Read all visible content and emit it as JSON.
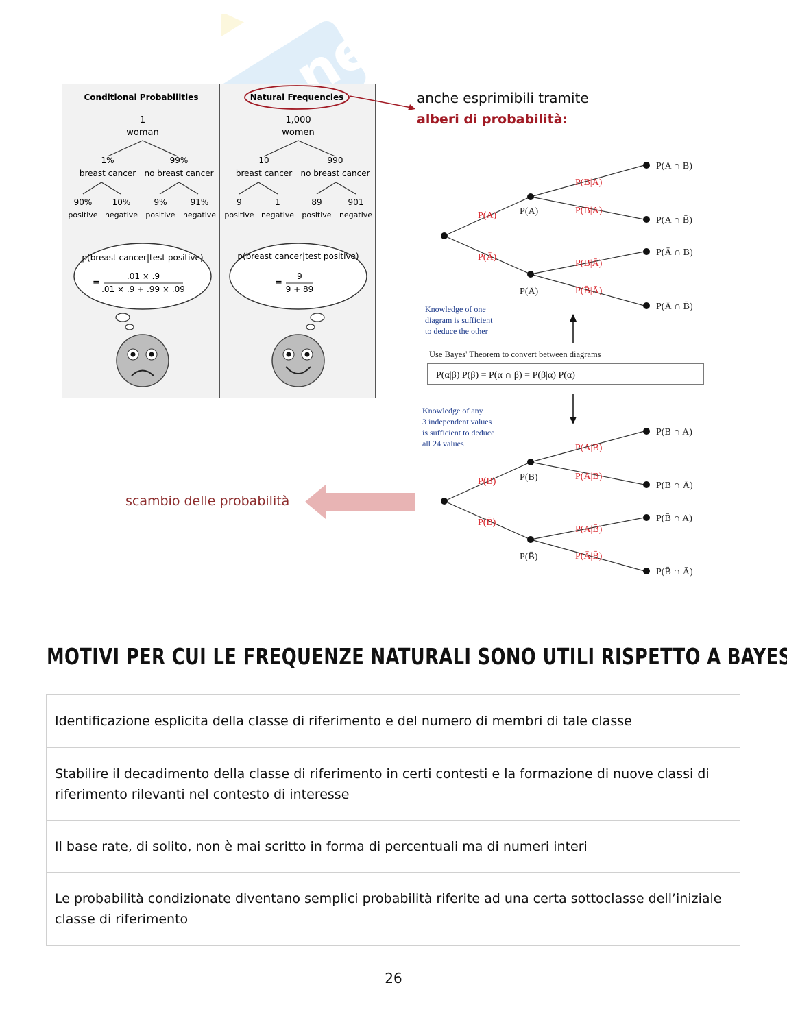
{
  "figure_left": {
    "conditional": {
      "heading": "Conditional Probabilities",
      "root_count": "1",
      "root_label": "woman",
      "branch_left_value": "1%",
      "branch_left_label": "breast cancer",
      "branch_right_value": "99%",
      "branch_right_label": "no breast cancer",
      "leaves": [
        {
          "value": "90%",
          "label": "positive"
        },
        {
          "value": "10%",
          "label": "negative"
        },
        {
          "value": "9%",
          "label": "positive"
        },
        {
          "value": "91%",
          "label": "negative"
        }
      ],
      "bubble_title": "p(breast cancer|test positive)",
      "formula_eq": "=",
      "formula_num": ".01 × .9",
      "formula_den": ".01 × .9 + .99 × .09"
    },
    "natural": {
      "heading": "Natural Frequencies",
      "root_count": "1,000",
      "root_label": "women",
      "branch_left_value": "10",
      "branch_left_label": "breast cancer",
      "branch_right_value": "990",
      "branch_right_label": "no breast cancer",
      "leaves": [
        {
          "value": "9",
          "label": "positive"
        },
        {
          "value": "1",
          "label": "negative"
        },
        {
          "value": "89",
          "label": "positive"
        },
        {
          "value": "901",
          "label": "negative"
        }
      ],
      "bubble_title": "p(breast cancer|test positive)",
      "formula_eq": "=",
      "formula_num": "9",
      "formula_den": "9 + 89"
    }
  },
  "annotation": {
    "line1": "anche esprimibili tramite",
    "line2": "alberi di probabilità:"
  },
  "tree_top": {
    "branch_upper": "P(A)",
    "branch_lower": "P(Ā)",
    "node_upper": "P(A)",
    "node_lower": "P(Ā)",
    "cond": [
      "P(B|A)",
      "P(B̄|A)",
      "P(B|Ā)",
      "P(B̄|Ā)"
    ],
    "leaves": [
      "P(A ∩ B)",
      "P(A ∩ B̄)",
      "P(Ā ∩ B)",
      "P(Ā ∩ B̄)"
    ]
  },
  "bayes_note": {
    "knowledge_one": [
      "Knowledge of one",
      "diagram is sufficient",
      "to deduce the other"
    ],
    "use_bayes": "Use Bayes' Theorem to convert between diagrams",
    "formula": "P(α|β) P(β)  =  P(α ∩ β)  =  P(β|α) P(α)",
    "knowledge_any": [
      "Knowledge of any",
      "3 independent values",
      "is sufficient to deduce",
      "all 24 values"
    ]
  },
  "tree_bottom": {
    "branch_upper": "P(B)",
    "branch_lower": "P(B̄)",
    "node_upper": "P(B)",
    "node_lower": "P(B̄)",
    "cond": [
      "P(A|B)",
      "P(Ā|B)",
      "P(A|B̄)",
      "P(Ā|B̄)"
    ],
    "leaves": [
      "P(B ∩ A)",
      "P(B ∩ Ā)",
      "P(B̄ ∩ A)",
      "P(B̄ ∩ Ā)"
    ]
  },
  "swap_label": "scambio delle probabilità",
  "section_heading": "MOTIVI PER CUI LE FREQUENZE NATURALI SONO UTILI RISPETTO A BAYES",
  "reasons": [
    "Identificazione esplicita della classe di riferimento e del numero di membri di tale classe",
    "Stabilire il decadimento della classe di riferimento in certi contesti e la formazione di nuove classi di riferimento rilevanti nel contesto di interesse",
    "Il base rate, di solito, non è mai scritto in forma di percentuali ma di numeri interi",
    "Le probabilità condizionate diventano semplici probabilità riferite ad una certa sottoclasse dell’iniziale classe di riferimento"
  ],
  "page_number": "26",
  "colors": {
    "accent_red": "#a11a24",
    "branch_red": "#d9262c",
    "arrow_pink": "#e8b4b4",
    "knowledge_blue": "#1f3c8c"
  }
}
